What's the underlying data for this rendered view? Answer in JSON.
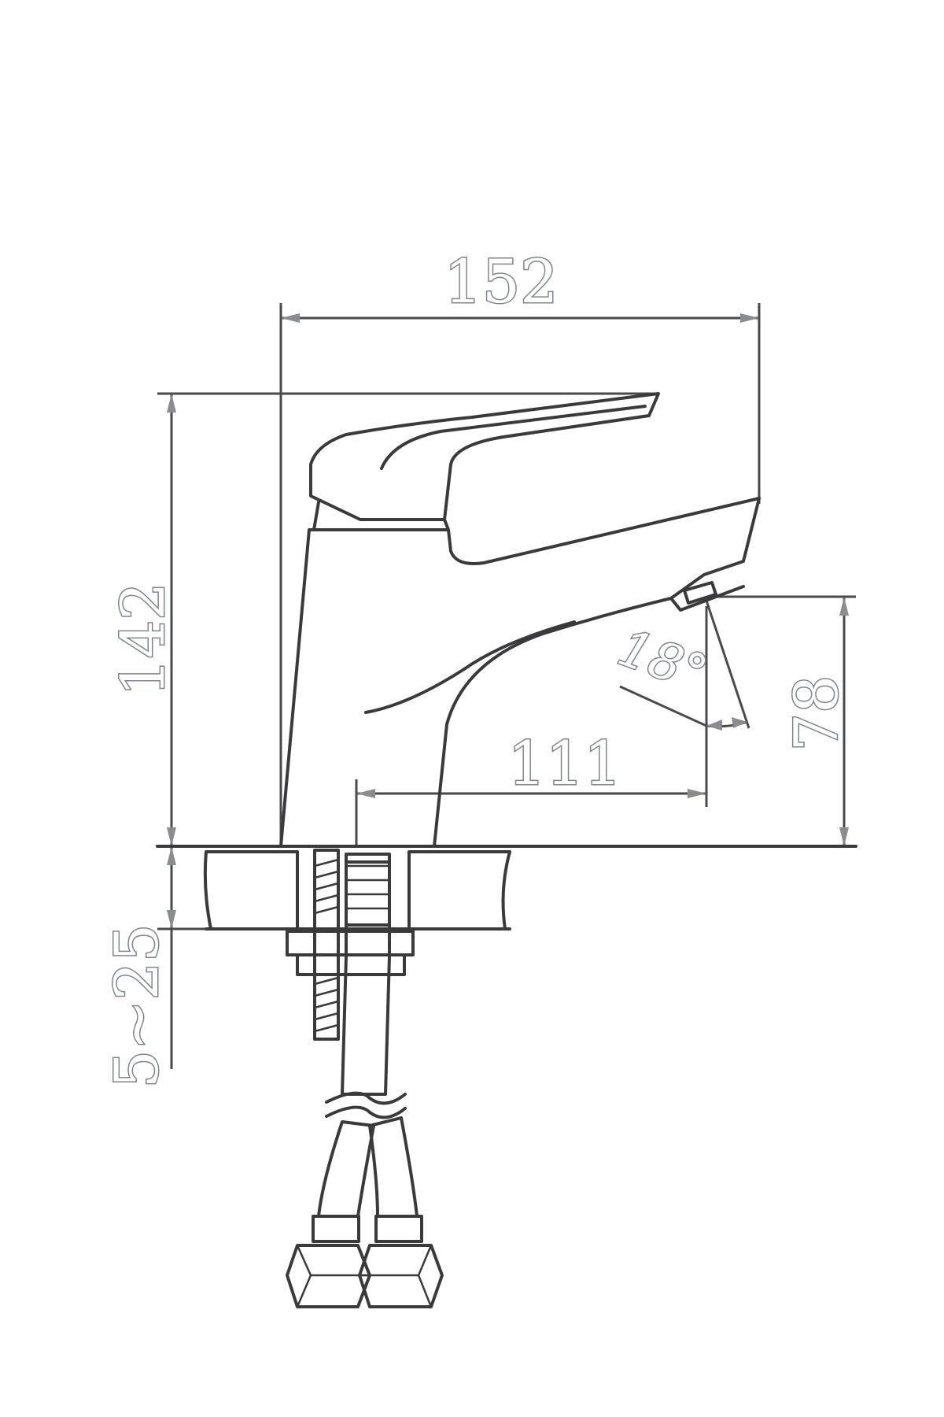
{
  "dimensions": {
    "overall_width": "152",
    "overall_height": "142",
    "spout_height": "78",
    "spout_reach": "111",
    "spout_angle": "18°",
    "counter_thickness": "5~25"
  }
}
